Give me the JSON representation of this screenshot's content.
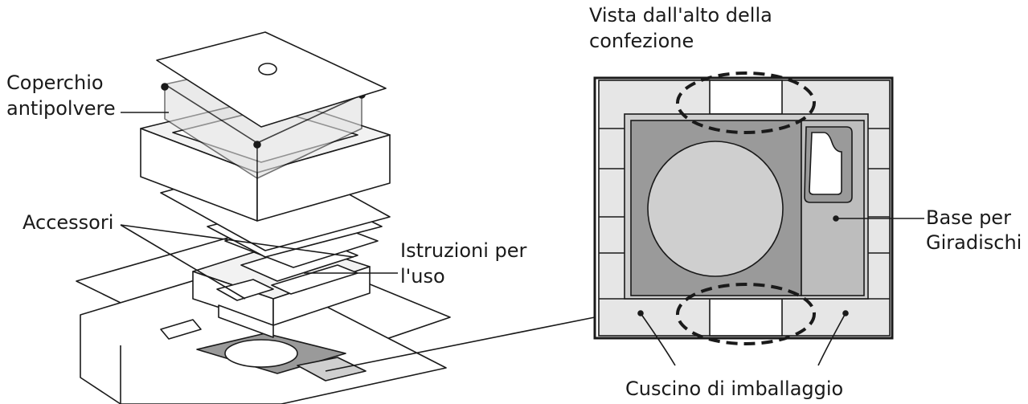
{
  "labels": {
    "dust_cover_line1": "Coperchio",
    "dust_cover_line2": "antipolvere",
    "accessories": "Accessori",
    "instructions_line1": "Istruzioni per",
    "instructions_line2": "l'uso",
    "top_view_line1": "Vista dall'alto della",
    "top_view_line2": "confezione",
    "turntable_base_line1": "Base per",
    "turntable_base_line2": "Giradischi",
    "packing_cushion": "Cuscino di imballaggio"
  },
  "colors": {
    "stroke": "#1a1a1a",
    "cushion_fill": "#e6e6e6",
    "base_fill": "#9a9a9a",
    "platter_fill": "#cfcfcf",
    "panel_fill": "#bdbdbd",
    "white": "#ffffff"
  }
}
